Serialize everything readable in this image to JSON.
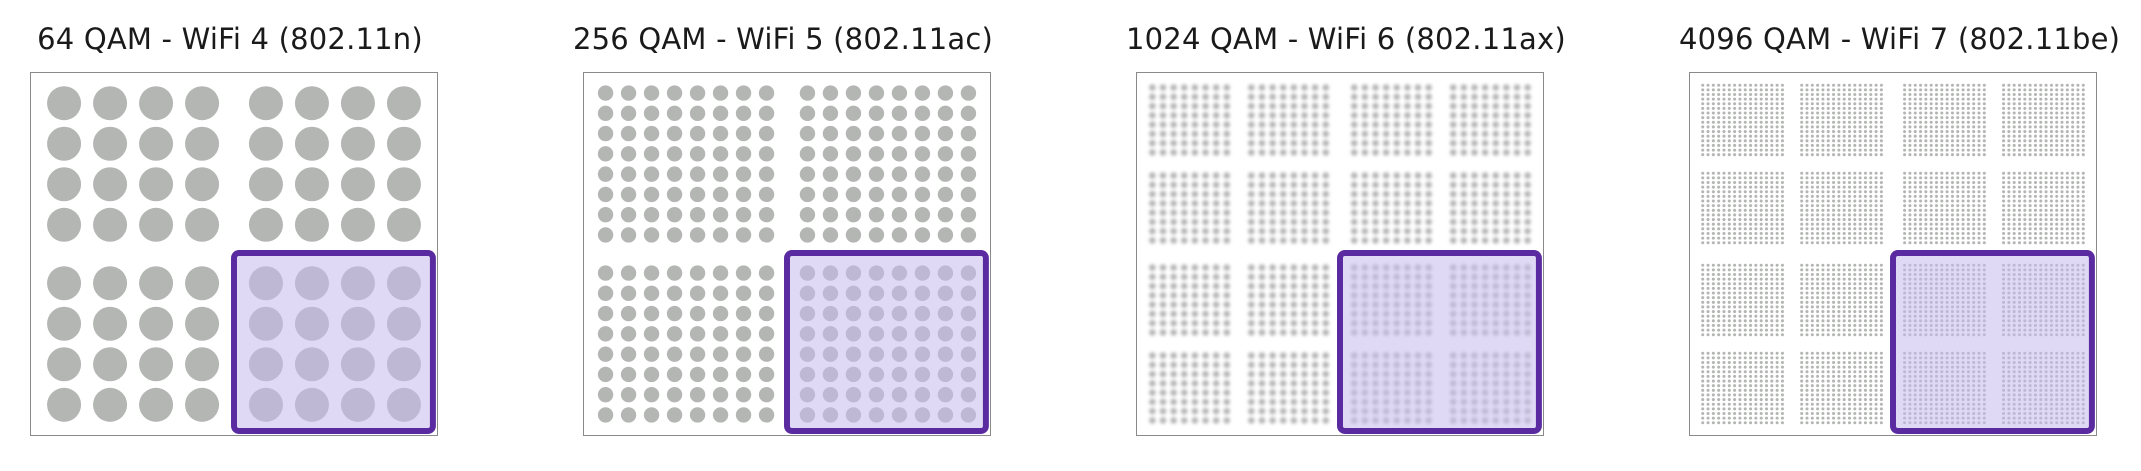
{
  "colors": {
    "dot": "#b4b6b4",
    "highlight_stroke": "#5a2aa0",
    "highlight_fill": "#c6b9ef",
    "frame": "#8a8a8a"
  },
  "panels": [
    {
      "title": "64 QAM - WiFi 4 (802.11n)",
      "points": 64,
      "dots_per_side": 8,
      "blurred": false
    },
    {
      "title": "256 QAM - WiFi 5 (802.11ac)",
      "points": 256,
      "dots_per_side": 16,
      "blurred": false
    },
    {
      "title": "1024 QAM - WiFi 6 (802.11ax)",
      "points": 1024,
      "dots_per_side": 32,
      "blurred": true
    },
    {
      "title": "4096 QAM - WiFi 7 (802.11be)",
      "points": 4096,
      "dots_per_side": 64,
      "blurred": false
    }
  ]
}
